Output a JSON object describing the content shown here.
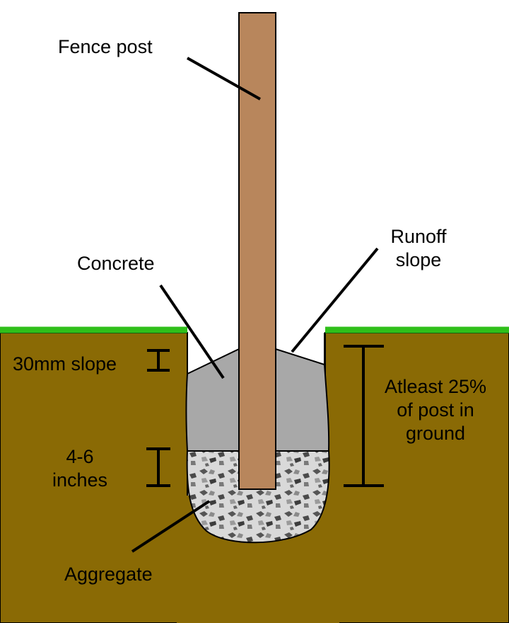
{
  "labels": {
    "fence_post": "Fence post",
    "concrete": "Concrete",
    "runoff_line1": "Runoff",
    "runoff_line2": "slope",
    "slope": "30mm slope",
    "depth_line1": "4-6",
    "depth_line2": "inches",
    "ground_line1": "Atleast 25%",
    "ground_line2": "of post in",
    "ground_line3": "ground",
    "aggregate": "Aggregate"
  },
  "colors": {
    "soil": "#8a6a05",
    "grass": "#2fbf1a",
    "post": "#b8865c",
    "concrete": "#a8a8a8",
    "aggregate": "#d9d9d9",
    "outline": "#000000",
    "sky": "#ffffff"
  }
}
